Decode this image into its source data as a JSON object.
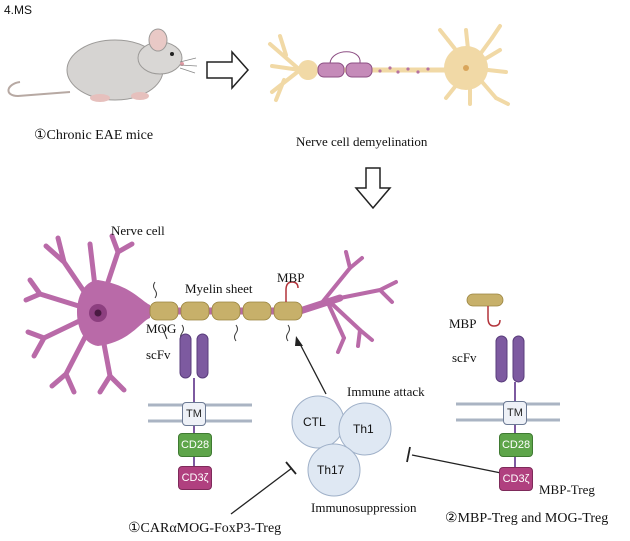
{
  "section_label": "4.MS",
  "step1_label": "①Chronic EAE mice",
  "step2_label": "Nerve cell demyelination",
  "nerve_cell_label": "Nerve cell",
  "myelin_label": "Myelin sheet",
  "mbp_label": "MBP",
  "mog_label": "MOG",
  "scfv_label": "scFv",
  "tm_label": "TM",
  "cd28_label": "CD28",
  "cd3_label": "CD3ζ",
  "immune_attack_label": "Immune attack",
  "immunosuppression_label": "Immunosuppression",
  "cells": [
    "CTL",
    "Th1",
    "Th17"
  ],
  "mbp_treg_label": "MBP-Treg",
  "therapy1_label": "①CARαMOG-FoxP3-Treg",
  "therapy2_label": "②MBP-Treg and MOG-Treg",
  "colors": {
    "neuron": "#b96aa8",
    "myelin": "#c7b06a",
    "neuron_pale": "#f1d9a6",
    "cell_fill": "#dfe8f3"
  }
}
